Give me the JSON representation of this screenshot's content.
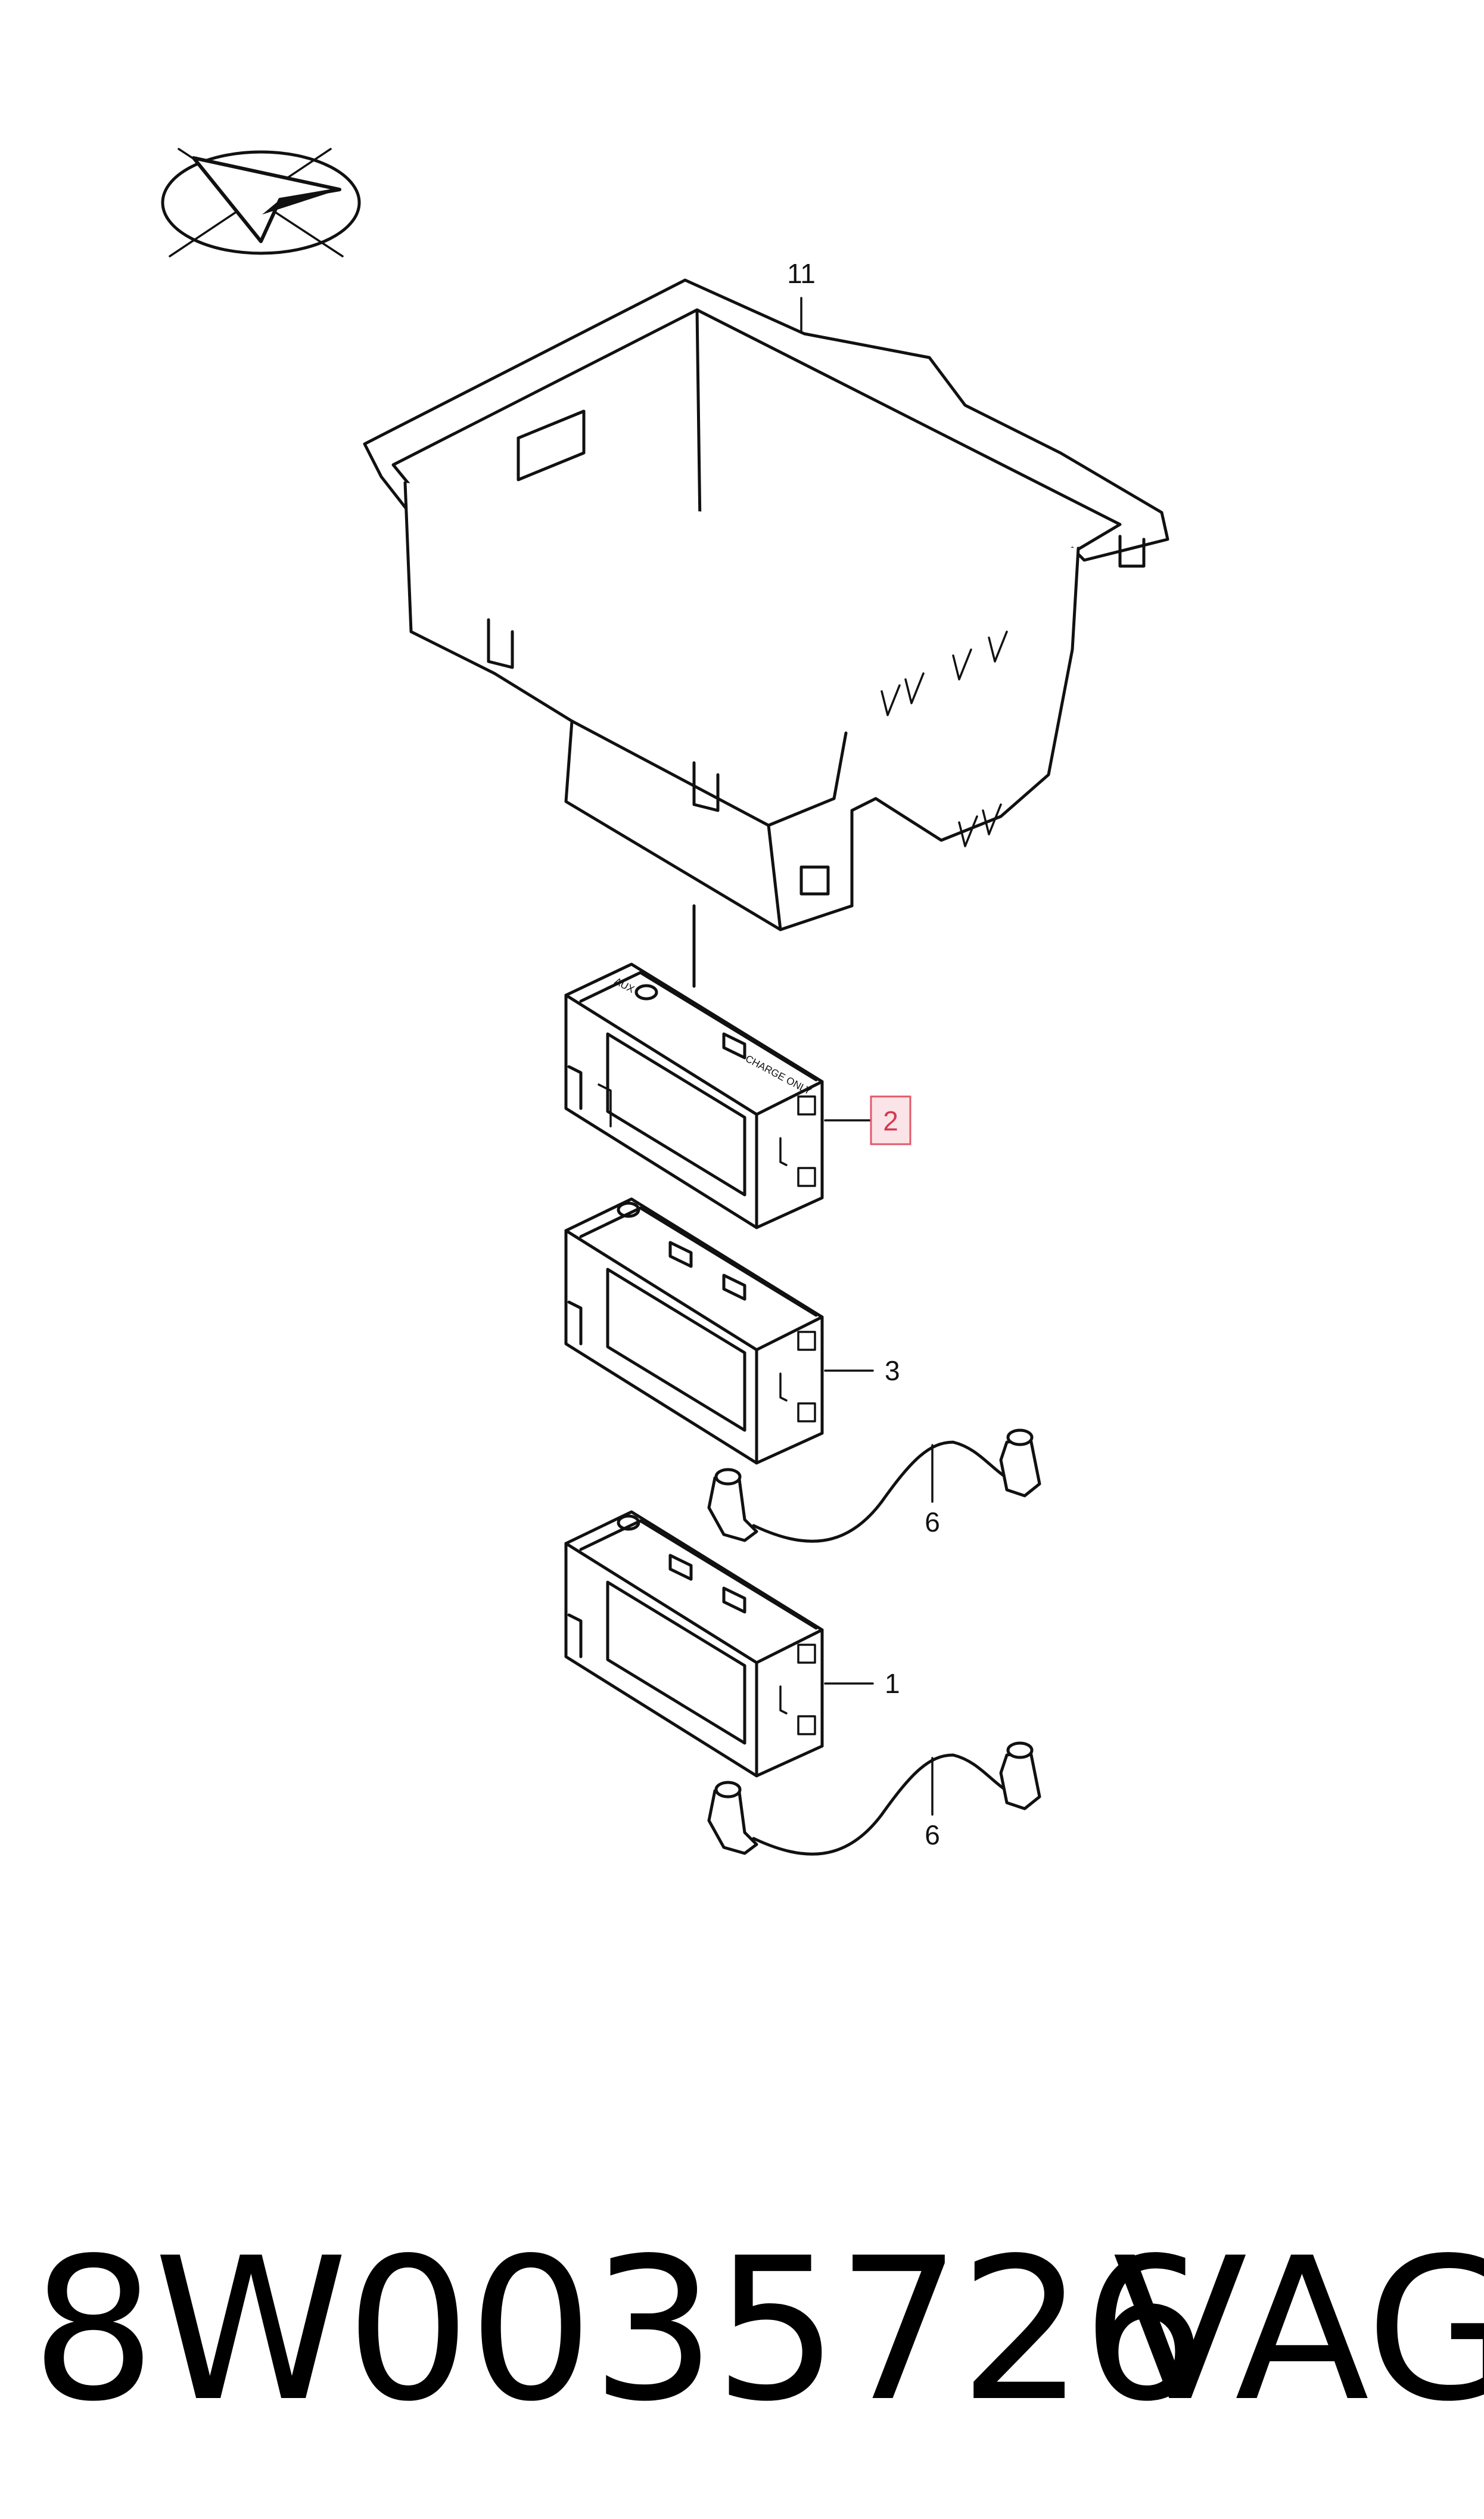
{
  "diagram": {
    "callouts": {
      "c11": "11",
      "c2": "2",
      "c3": "3",
      "c6a": "6",
      "c1": "1",
      "c6b": "6"
    },
    "module_labels": {
      "aux": "AUX",
      "charge_only": "CHARGE ONLY"
    },
    "highlight_color": "#e05a6a"
  },
  "footer": {
    "part_number": "8W0035726",
    "brand": "VAG"
  }
}
